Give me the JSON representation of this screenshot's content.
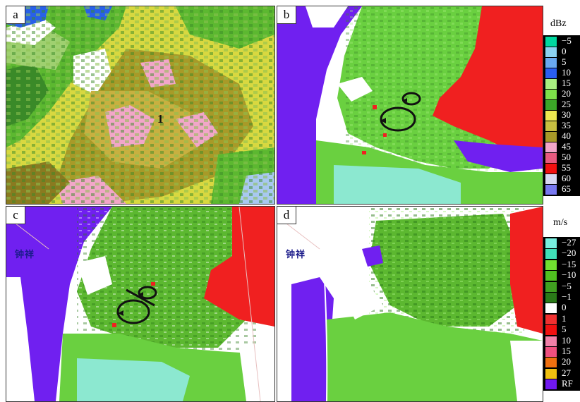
{
  "panels": {
    "a": {
      "label": "a"
    },
    "b": {
      "label": "b"
    },
    "c": {
      "label": "c",
      "city": "钟祥"
    },
    "d": {
      "label": "d",
      "city": "钟祥"
    }
  },
  "annotation_storm": "1",
  "legend_reflectivity": {
    "title": "dBz",
    "entries": [
      {
        "label": "−5",
        "color": "#00d8a0"
      },
      {
        "label": "0",
        "color": "#8cd2f2"
      },
      {
        "label": "5",
        "color": "#6aa8f0"
      },
      {
        "label": "10",
        "color": "#2a5ef0"
      },
      {
        "label": "15",
        "color": "#a8f080"
      },
      {
        "label": "20",
        "color": "#7ee04a"
      },
      {
        "label": "25",
        "color": "#3ca628"
      },
      {
        "label": "30",
        "color": "#ece850"
      },
      {
        "label": "35",
        "color": "#c8c040"
      },
      {
        "label": "40",
        "color": "#a89a28"
      },
      {
        "label": "45",
        "color": "#f2a6c8"
      },
      {
        "label": "50",
        "color": "#e85a80"
      },
      {
        "label": "55",
        "color": "#f21010"
      },
      {
        "label": "60",
        "color": "#d8d8f2"
      },
      {
        "label": "65",
        "color": "#7878f0"
      }
    ]
  },
  "legend_velocity": {
    "title": "m/s",
    "entries": [
      {
        "label": "−27",
        "color": "#78f0e0"
      },
      {
        "label": "−20",
        "color": "#40e0b8"
      },
      {
        "label": "−15",
        "color": "#70e030"
      },
      {
        "label": "−10",
        "color": "#50c020"
      },
      {
        "label": "−5",
        "color": "#40a020"
      },
      {
        "label": "−1",
        "color": "#2a7a18"
      },
      {
        "label": "0",
        "color": "#ffffff"
      },
      {
        "label": "1",
        "color": "#f03030"
      },
      {
        "label": "5",
        "color": "#f01010"
      },
      {
        "label": "10",
        "color": "#f080a8"
      },
      {
        "label": "15",
        "color": "#f05080"
      },
      {
        "label": "20",
        "color": "#f07010"
      },
      {
        "label": "27",
        "color": "#f0c010"
      },
      {
        "label": "RF",
        "color": "#7018f0"
      }
    ]
  }
}
